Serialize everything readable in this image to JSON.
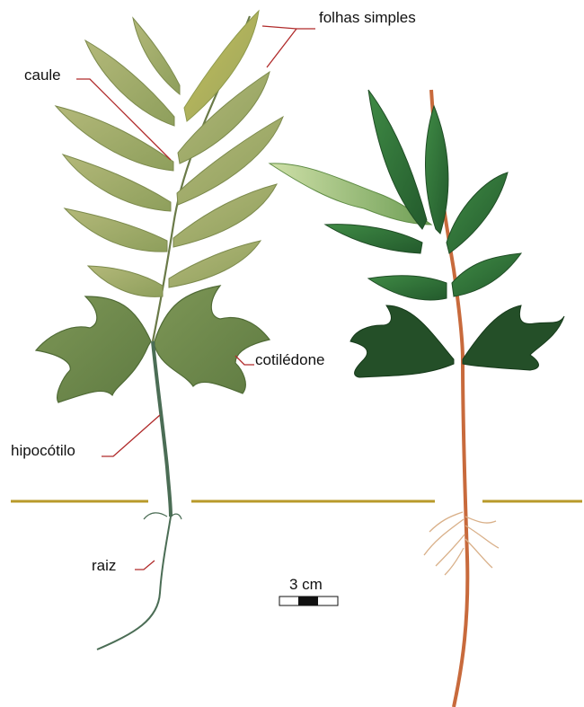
{
  "labels": {
    "folhas_simples": "folhas simples",
    "caule": "caule",
    "cotiledone": "cotilédone",
    "hipocotilo": "hipocótilo",
    "raiz": "raiz"
  },
  "scale_bar": {
    "text": "3 cm"
  },
  "colors": {
    "ground_line": "#b89a2a",
    "leader_line": "#b02a2a",
    "left_plant_leaf": "#9aa866",
    "left_cotyledon": "#6f8a4a",
    "right_plant_leaf": "#2f6a35",
    "right_stem": "#c86a3c",
    "left_stem": "#4b6d55"
  }
}
